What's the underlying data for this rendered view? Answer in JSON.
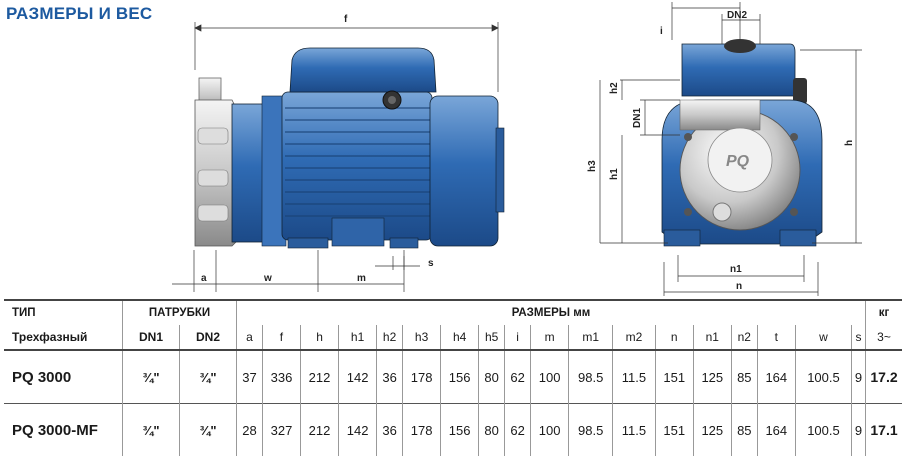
{
  "title": "РАЗМЕРЫ И ВЕС",
  "drawing_labels": {
    "f": "f",
    "a": "a",
    "w": "w",
    "m": "m",
    "s": "s",
    "i": "i",
    "dn2": "DN2",
    "dn1": "DN1",
    "h2": "h2",
    "h1": "h1",
    "h3": "h3",
    "h": "h",
    "n1": "n1",
    "n": "n"
  },
  "table": {
    "header1": {
      "type": "ТИП",
      "connections": "ПАТРУБКИ",
      "dimensions": "РАЗМЕРЫ  мм",
      "weight": "кг"
    },
    "header2": {
      "phase": "Трехфазный",
      "dn1": "DN1",
      "dn2": "DN2",
      "cols": [
        "a",
        "f",
        "h",
        "h1",
        "h2",
        "h3",
        "h4",
        "h5",
        "i",
        "m",
        "m1",
        "m2",
        "n",
        "n1",
        "n2",
        "t",
        "w",
        "s"
      ],
      "weight_unit": "3~"
    },
    "rows": [
      {
        "model": "PQ 3000",
        "dn1": "¾\"",
        "dn2": "¾\"",
        "values": [
          "37",
          "336",
          "212",
          "142",
          "36",
          "178",
          "156",
          "80",
          "62",
          "100",
          "98.5",
          "11.5",
          "151",
          "125",
          "85",
          "164",
          "100.5",
          "9"
        ],
        "kg": "17.2"
      },
      {
        "model": "PQ 3000-MF",
        "dn1": "¾\"",
        "dn2": "¾\"",
        "values": [
          "28",
          "327",
          "212",
          "142",
          "36",
          "178",
          "156",
          "80",
          "62",
          "100",
          "98.5",
          "11.5",
          "151",
          "125",
          "85",
          "164",
          "100.5",
          "9"
        ],
        "kg": "17.1"
      }
    ]
  }
}
